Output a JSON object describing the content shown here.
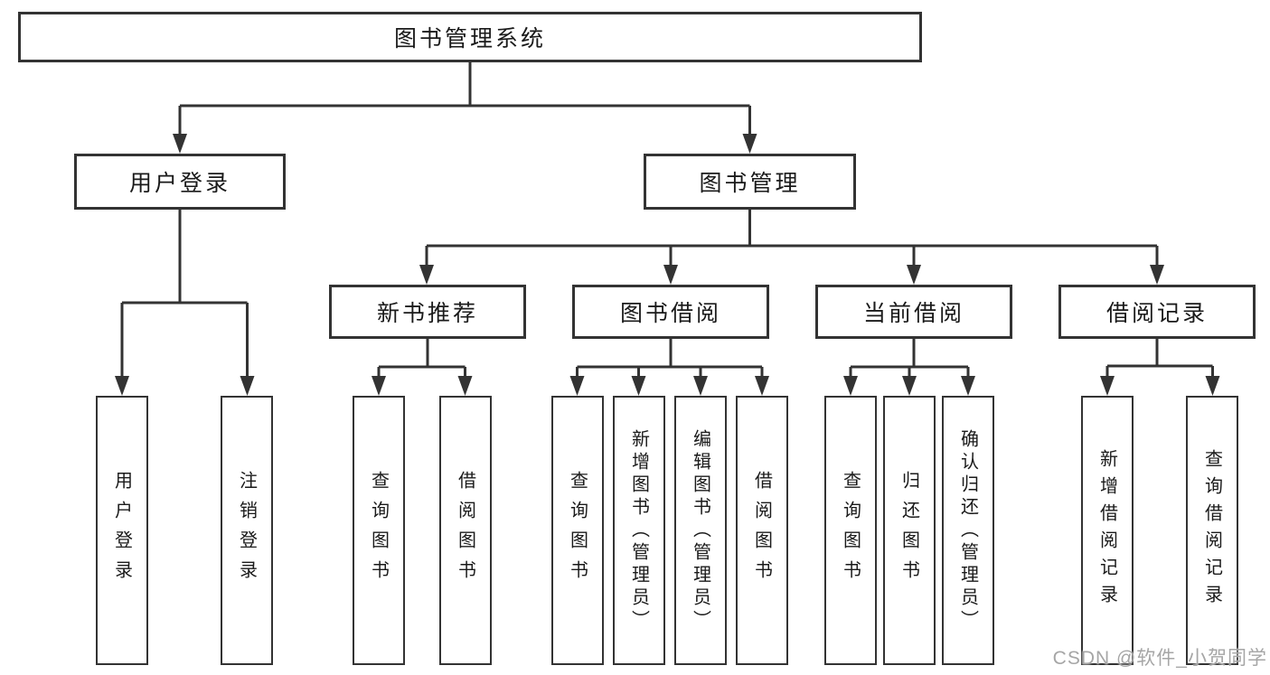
{
  "tree": {
    "root_label": "图书管理系统",
    "user_login": {
      "label": "用户登录",
      "children": [
        "用户登录",
        "注销登录"
      ]
    },
    "book_management": {
      "label": "图书管理",
      "sections": [
        {
          "label": "新书推荐",
          "children": [
            "查询图书",
            "借阅图书"
          ]
        },
        {
          "label": "图书借阅",
          "children": [
            "查询图书",
            "新增图书（管理员）",
            "编辑图书（管理员）",
            "借阅图书"
          ]
        },
        {
          "label": "当前借阅",
          "children": [
            "查询图书",
            "归还图书",
            "确认归还（管理员）"
          ]
        },
        {
          "label": "借阅记录",
          "children": [
            "新增借阅记录",
            "查询借阅记录"
          ]
        }
      ]
    }
  },
  "watermark": {
    "text": "CSDN @软件_小贺同学"
  },
  "colors": {
    "line": "#333333",
    "box_border": "#333333",
    "text": "#1a1a1a",
    "watermark_gray": "#a6a6a6",
    "background": "#ffffff"
  }
}
